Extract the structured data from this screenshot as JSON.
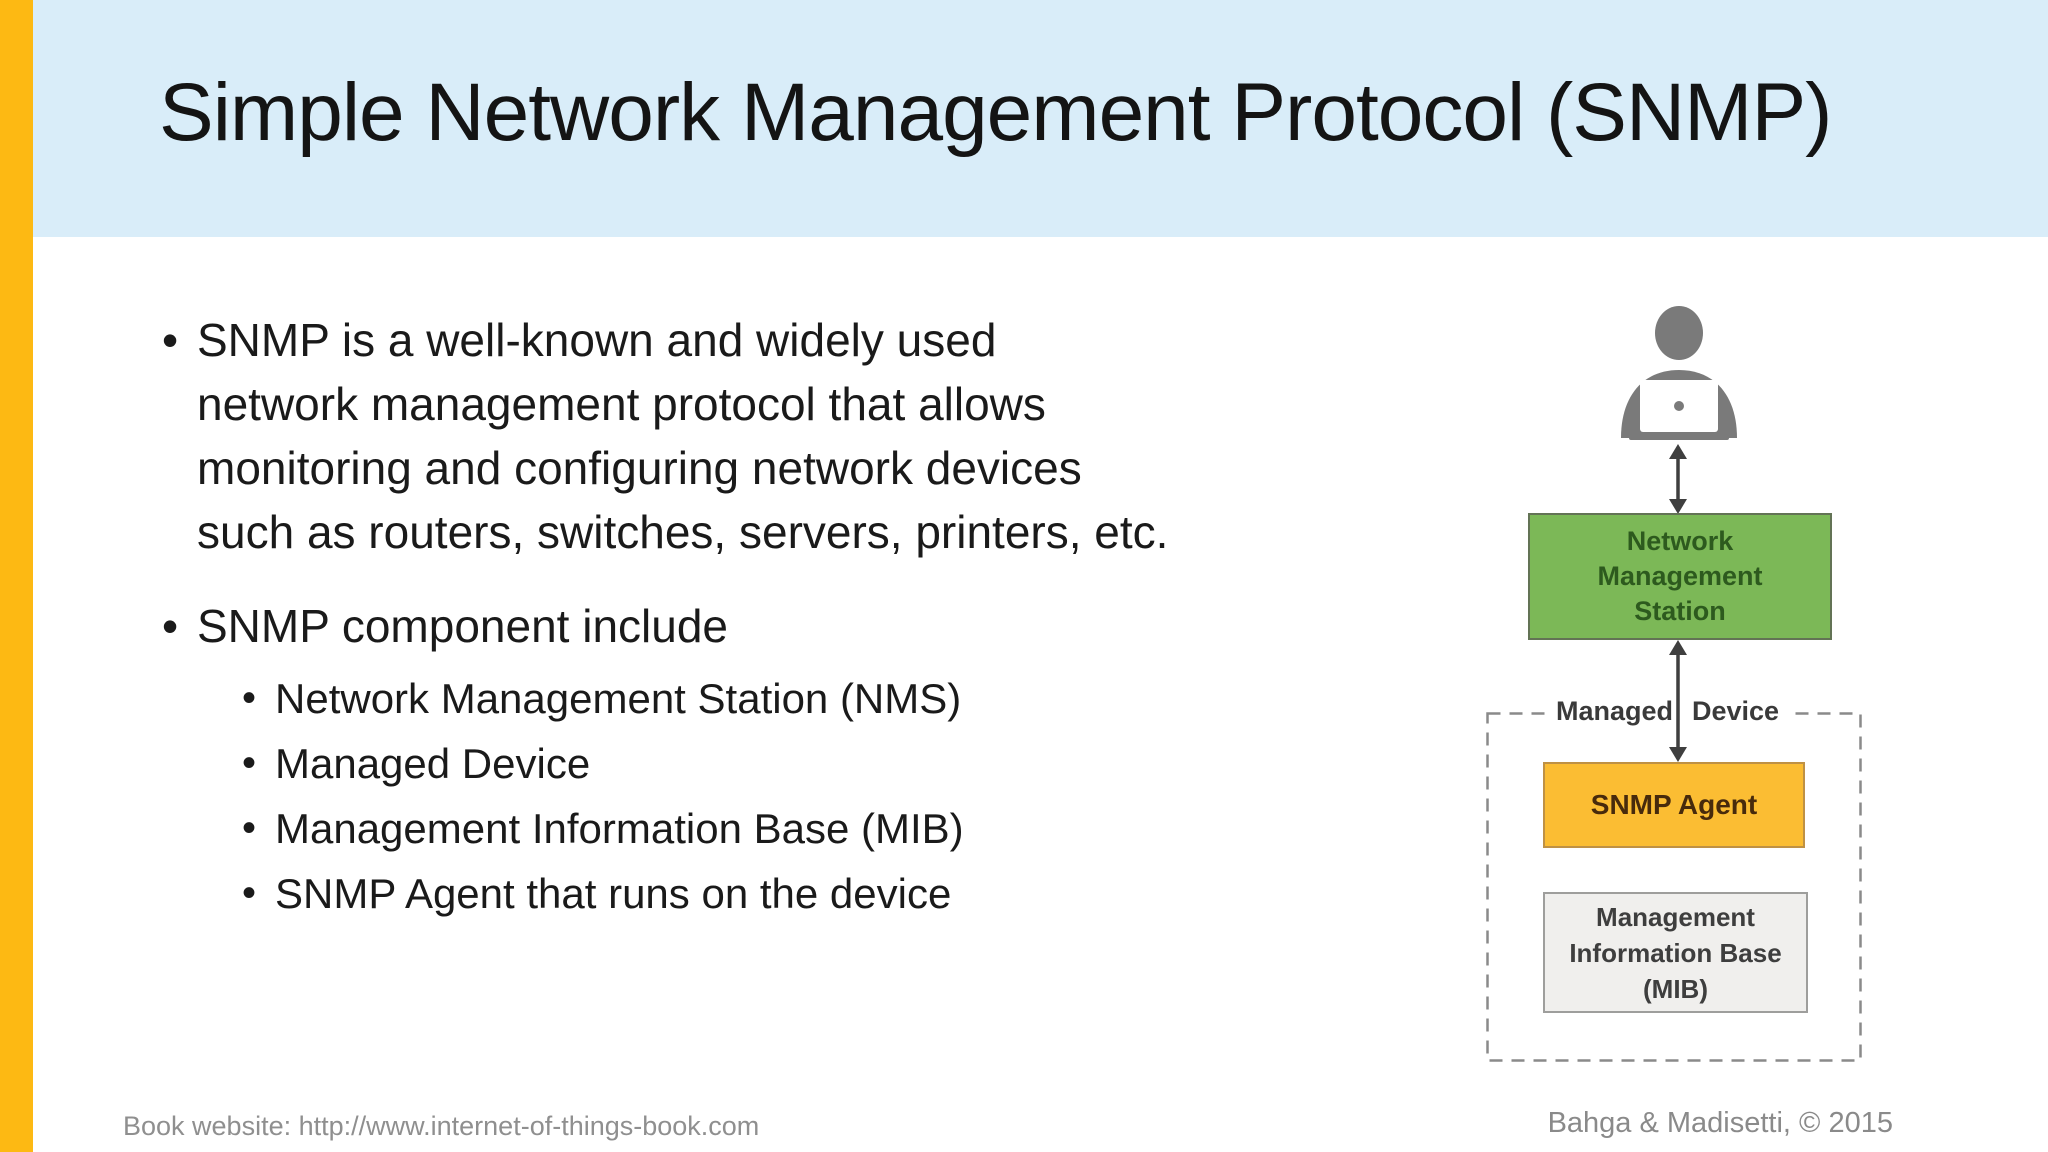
{
  "header": {
    "title": "Simple Network Management Protocol (SNMP)"
  },
  "content": {
    "bullet1_lines": [
      "SNMP is a well-known and widely used",
      "network management protocol that allows",
      "monitoring and configuring network devices",
      "such as routers, switches, servers, printers, etc."
    ],
    "bullet2": "SNMP component include",
    "sub_bullets": [
      "Network Management Station (NMS)",
      "Managed Device",
      "Management Information Base (MIB)",
      "SNMP Agent that runs on the device"
    ]
  },
  "diagram": {
    "nms_box": {
      "lines": [
        "Network",
        "Management",
        "Station"
      ],
      "fill": "#7cb857",
      "text_color": "#2d5a1e"
    },
    "managed_device_label": {
      "left": "Managed",
      "right": "Device"
    },
    "snmp_agent_box": {
      "label": "SNMP Agent",
      "fill": "#fbbd33",
      "text_color": "#472a0c"
    },
    "mib_box": {
      "lines": [
        "Management",
        "Information Base",
        "(MIB)"
      ],
      "fill": "#f0efed",
      "text_color": "#3e3e3e"
    },
    "icons": {
      "user": "user-at-laptop-icon",
      "arrow_user_nms": "double-headed-arrow-icon",
      "arrow_nms_agent": "double-headed-arrow-icon"
    },
    "arrow_color": "#3f3f3f",
    "dashed_border_color": "#8a8a8a",
    "person_color": "#7a7a7a"
  },
  "footer": {
    "left": "Book website: http://www.internet-of-things-book.com",
    "right": "Bahga & Madisetti, © 2015"
  },
  "colors": {
    "accent_bar": "#fdb913",
    "header_bg": "#d9edf9",
    "body_bg": "#ffffff",
    "body_text": "#1a1a1a",
    "footer_text": "#8f8f8f"
  }
}
